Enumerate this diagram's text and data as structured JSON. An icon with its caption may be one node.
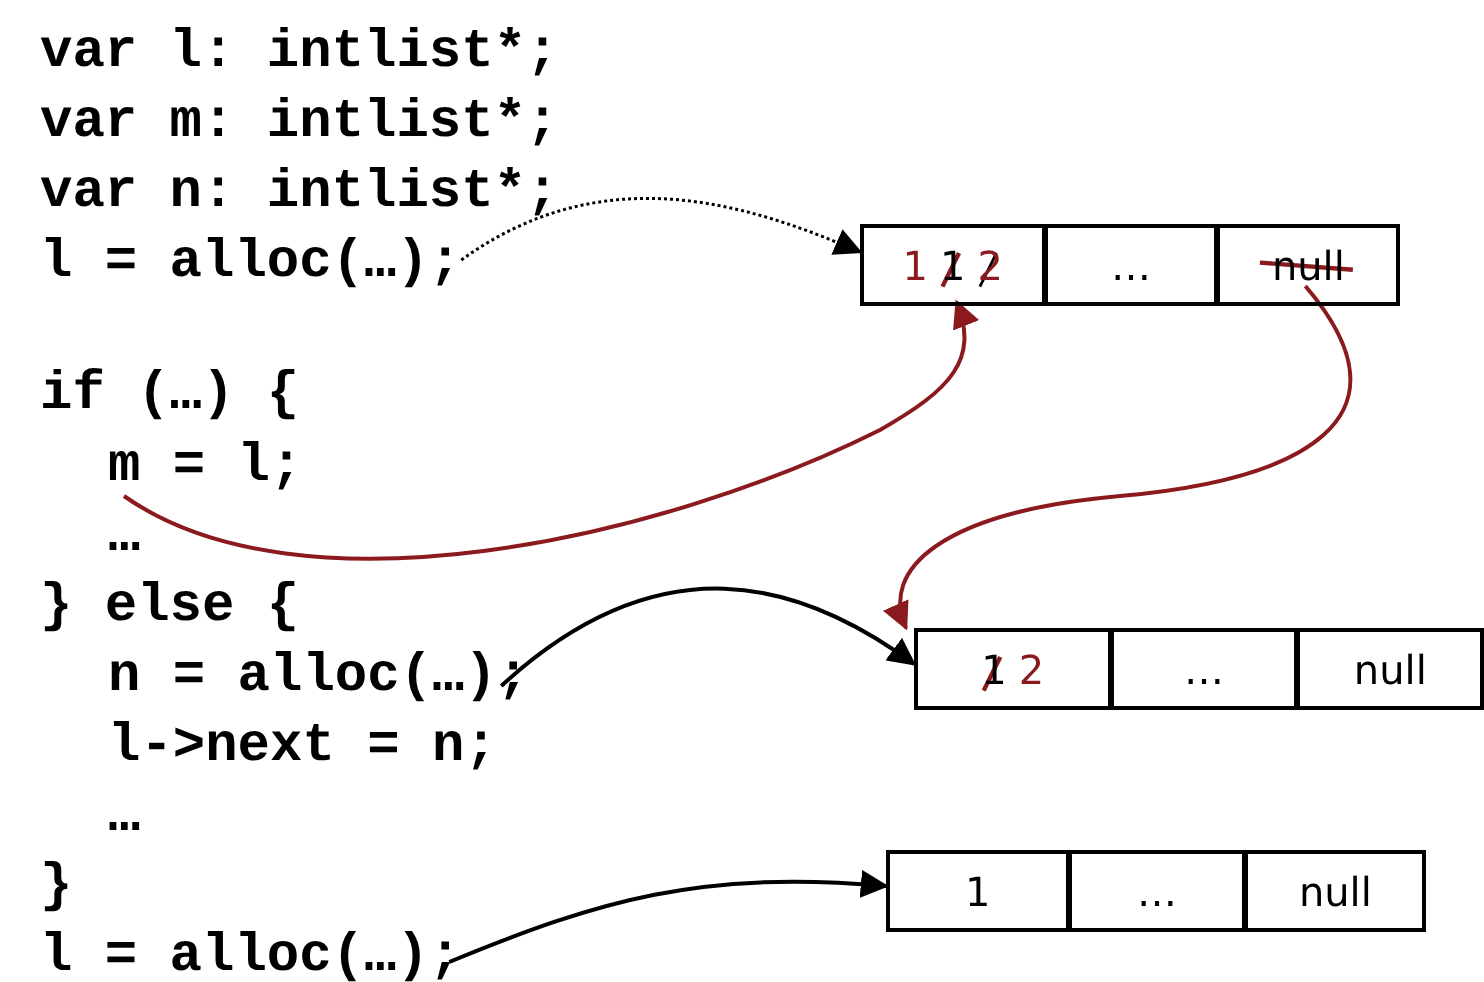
{
  "diagram": {
    "nodes": [
      {
        "text": [
          "l = alloc(…);"
        ]
      },
      {
        "text": [
          "m = l;"
        ]
      },
      {
        "text": [
          "n = alloc(…);"
        ]
      },
      {
        "text": [
          "l = alloc(…);"
        ]
      },
      {
        "text": [],
        "shape": "box"
      },
      {
        "text": [
          "1",
          "1",
          "2"
        ],
        "in": 4
      },
      {
        "text": [
          "…"
        ],
        "in": 4
      },
      {
        "text": [
          "null"
        ],
        "in": 4
      },
      {
        "text": [],
        "shape": "box"
      },
      {
        "text": [
          "1",
          "2"
        ],
        "in": 8
      },
      {
        "text": [
          "…"
        ],
        "in": 8
      },
      {
        "text": [
          "null"
        ],
        "in": 8
      },
      {
        "text": [],
        "shape": "box"
      },
      {
        "text": [
          "1"
        ],
        "in": 12
      },
      {
        "text": [
          "…"
        ],
        "in": 12
      },
      {
        "text": [
          "null"
        ],
        "in": 12
      }
    ],
    "edges": [
      {
        "from": 0,
        "to": 4,
        "arrow": "to",
        "style": "dashed"
      },
      {
        "from": 1,
        "to": 5,
        "arrow": "to",
        "color": "#8b1a1f"
      },
      {
        "from": 7,
        "to": 8,
        "arrow": "to",
        "color": "#8b1a1f"
      },
      {
        "from": 2,
        "to": 8,
        "arrow": "to"
      },
      {
        "from": 3,
        "to": 12,
        "arrow": "to"
      }
    ],
    "labels": [
      "var l: intlist*;",
      "var m: intlist*;",
      "var n: intlist*;",
      "if (…) {",
      "…",
      "} else {",
      "l->next = n;",
      "…",
      "}"
    ]
  }
}
